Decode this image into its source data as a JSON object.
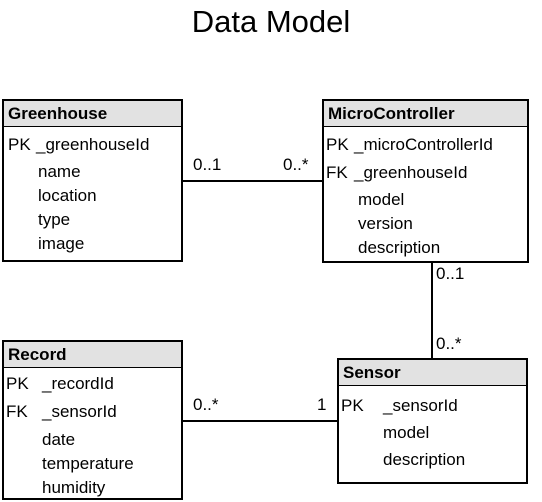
{
  "title": "Data Model",
  "entities": {
    "greenhouse": {
      "name": "Greenhouse",
      "pk_marker": "PK",
      "pk": "_greenhouseId",
      "attributes": [
        "name",
        "location",
        "type",
        "image"
      ]
    },
    "microcontroller": {
      "name": "MicroController",
      "pk_marker": "PK",
      "pk": "_microControllerId",
      "fk_marker": "FK",
      "fk": "_greenhouseId",
      "attributes": [
        "model",
        "version",
        "description"
      ]
    },
    "record": {
      "name": "Record",
      "pk_marker": "PK",
      "pk": "_recordId",
      "fk_marker": "FK",
      "fk": "_sensorId",
      "attributes": [
        "date",
        "temperature",
        "humidity"
      ]
    },
    "sensor": {
      "name": "Sensor",
      "pk_marker": "PK",
      "pk": "_sensorId",
      "attributes": [
        "model",
        "description"
      ]
    }
  },
  "relationships": [
    {
      "from": "Greenhouse",
      "to": "MicroController",
      "from_mult": "0..1",
      "to_mult": "0..*"
    },
    {
      "from": "MicroController",
      "to": "Sensor",
      "from_mult": "0..1",
      "to_mult": "0..*"
    },
    {
      "from": "Record",
      "to": "Sensor",
      "from_mult": "0..*",
      "to_mult": "1"
    }
  ]
}
